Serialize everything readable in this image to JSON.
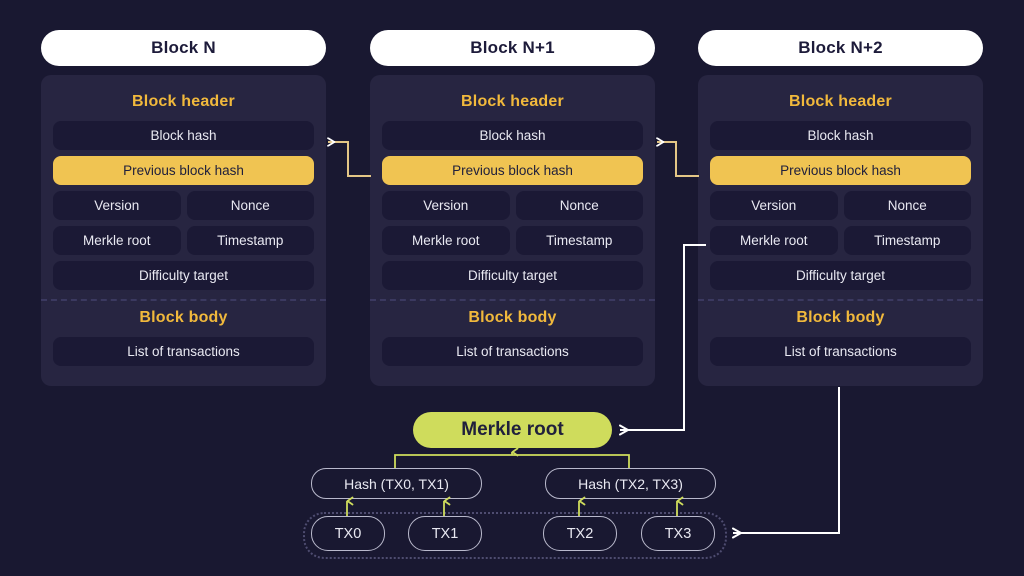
{
  "theme": {
    "background": "#191831",
    "card": "#272541",
    "field": "#1b1935",
    "accent_gold": "#f1b93c",
    "highlight_gold": "#f0c452",
    "accent_green": "#cfdc5c",
    "text_light": "#e9e9f2",
    "title_card": "#ffffff",
    "divider": "#3b3960"
  },
  "blocks": [
    {
      "title": "Block N",
      "header_label": "Block header",
      "body_label": "Block body",
      "fields": {
        "block_hash": "Block hash",
        "previous_block_hash": "Previous block hash",
        "version": "Version",
        "nonce": "Nonce",
        "merkle_root": "Merkle root",
        "timestamp": "Timestamp",
        "difficulty_target": "Difficulty target",
        "list_of_transactions": "List of transactions"
      }
    },
    {
      "title": "Block N+1",
      "header_label": "Block header",
      "body_label": "Block body",
      "fields": {
        "block_hash": "Block hash",
        "previous_block_hash": "Previous block hash",
        "version": "Version",
        "nonce": "Nonce",
        "merkle_root": "Merkle root",
        "timestamp": "Timestamp",
        "difficulty_target": "Difficulty target",
        "list_of_transactions": "List of transactions"
      }
    },
    {
      "title": "Block N+2",
      "header_label": "Block header",
      "body_label": "Block body",
      "fields": {
        "block_hash": "Block hash",
        "previous_block_hash": "Previous block hash",
        "version": "Version",
        "nonce": "Nonce",
        "merkle_root": "Merkle root",
        "timestamp": "Timestamp",
        "difficulty_target": "Difficulty target",
        "list_of_transactions": "List of transactions"
      }
    }
  ],
  "merkle_tree": {
    "root": "Merkle root",
    "hashes": [
      "Hash (TX0, TX1)",
      "Hash (TX2, TX3)"
    ],
    "transactions": [
      "TX0",
      "TX1",
      "TX2",
      "TX3"
    ]
  },
  "connectors": [
    {
      "name": "prev-hash-link-n1-to-n",
      "from": "Block N+1 previous block hash",
      "to": "Block N block hash",
      "color": "#e3c686"
    },
    {
      "name": "prev-hash-link-n2-to-n1",
      "from": "Block N+2 previous block hash",
      "to": "Block N+1 block hash",
      "color": "#e3c686"
    },
    {
      "name": "merkle-root-link",
      "from": "Block N+2 merkle root",
      "to": "Merkle root node",
      "color": "#ffffff"
    },
    {
      "name": "transactions-link",
      "from": "Block N+2 list of transactions",
      "to": "Transaction set",
      "color": "#ffffff"
    }
  ]
}
